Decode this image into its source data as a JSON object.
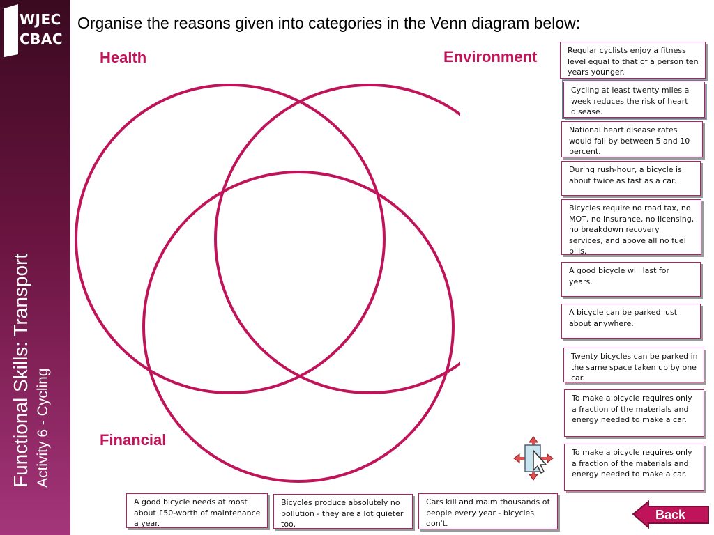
{
  "sidebar": {
    "logo": {
      "line1": "WJEC",
      "line2": "CBAC"
    },
    "title": "Functional Skills: Transport",
    "subtitle": "Activity 6 - Cycling"
  },
  "heading": "Organise the reasons given into categories in the Venn diagram below:",
  "venn": {
    "labels": {
      "health": "Health",
      "environment": "Environment",
      "financial": "Financial"
    },
    "circle_color": "#c0145a"
  },
  "cards": {
    "c1": "Regular cyclists enjoy a fitness level equal to that of a person ten years younger.",
    "c2": "Cycling at least twenty miles a week reduces the risk of heart disease.",
    "c3": "National heart disease rates would fall by between 5 and 10 percent.",
    "c4": "During rush-hour, a bicycle is about twice as fast as a car.",
    "c5": "Bicycles require no road tax, no MOT, no insurance, no licensing, no breakdown recovery services, and above all no fuel bills.",
    "c6": "A good bicycle will last for years.",
    "c7": "A bicycle can be parked just about anywhere.",
    "c8": "Twenty bicycles can be parked in the same space taken up by one car.",
    "c9": "To make a bicycle requires only a fraction of the materials and energy needed to make a car.",
    "c10": "To make a bicycle requires only a fraction of the materials and energy needed to make a car.",
    "b1": "A good bicycle needs at most about £50-worth of maintenance a year.",
    "b2": "Bicycles produce absolutely no pollution - they are a lot quieter too.",
    "b3": "Cars kill and maim thousands of people every year - bicycles don't."
  },
  "back_button": {
    "label": "Back",
    "color": "#c0145a"
  }
}
